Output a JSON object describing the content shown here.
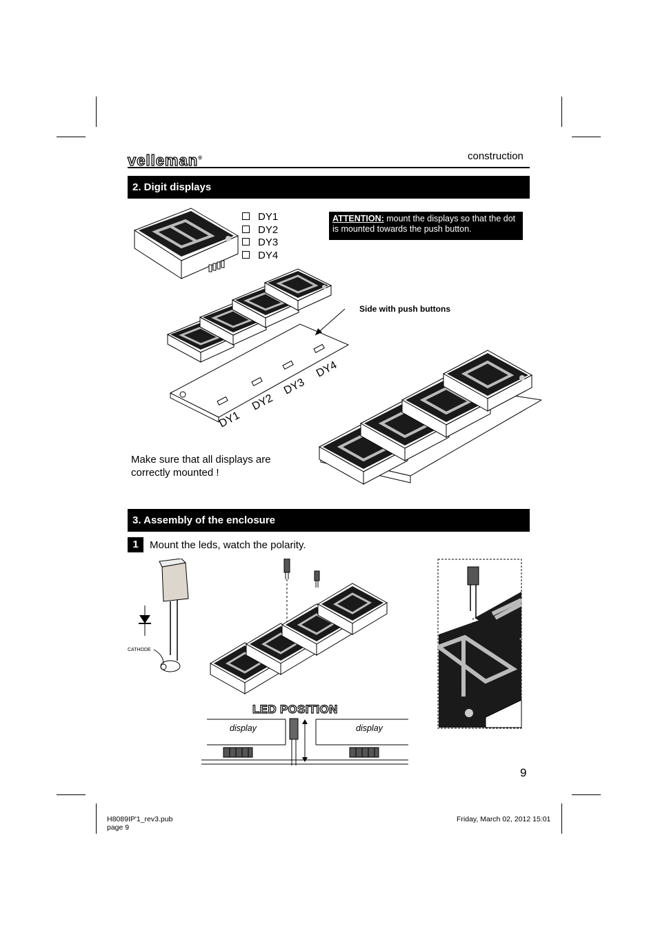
{
  "header": {
    "logo": "velleman",
    "logo_mark": "®",
    "section_name": "construction"
  },
  "section2": {
    "title": "2. Digit displays",
    "checklist": [
      "DY1",
      "DY2",
      "DY3",
      "DY4"
    ],
    "attention_label": "ATTENTION:",
    "attention_text": " mount the displays so that the dot is mounted towards the push button.",
    "side_label": "Side with push buttons",
    "board_labels": [
      "DY1",
      "DY2",
      "DY3",
      "DY4"
    ],
    "note": "Make sure that all displays are correctly mounted !"
  },
  "section3": {
    "title": "3. Assembly of the enclosure",
    "step_number": "1",
    "step_text": "Mount the leds, watch the polarity.",
    "cathode_label": "CATHODE",
    "led_position_title": "LED POSITION",
    "display_label_left": "display",
    "display_label_right": "display"
  },
  "page_number": "9",
  "footer": {
    "file": "H8089IP'1_rev3.pub",
    "page": "page 9",
    "date": "Friday, March 02, 2012 15:01"
  }
}
